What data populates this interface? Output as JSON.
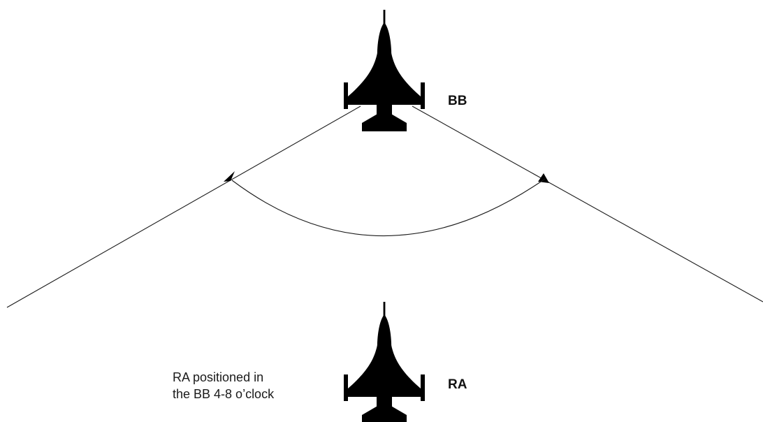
{
  "aircraft": {
    "top": {
      "label": "BB"
    },
    "bottom": {
      "label": "RA"
    }
  },
  "note": {
    "line1": "RA positioned in",
    "line2": "the BB 4-8 o’clock"
  },
  "colors": {
    "aircraft": "#000000",
    "lines": "#1a1a1a",
    "background": "#ffffff"
  },
  "icons": {
    "aircraft": "fighter-jet-silhouette-icon",
    "arrowhead": "arrowhead-icon"
  }
}
